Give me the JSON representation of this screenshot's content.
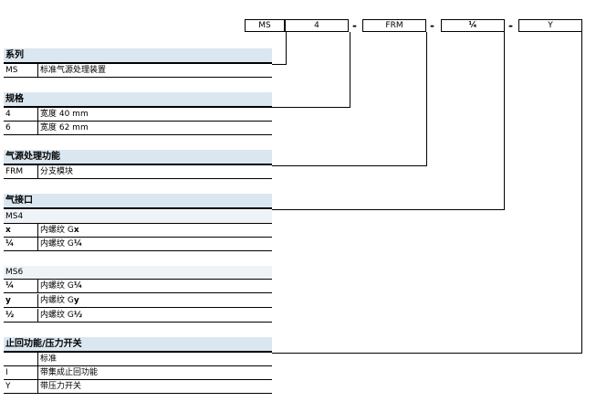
{
  "code": {
    "series": "MS",
    "size": "4",
    "function": "FRM",
    "port": "¼",
    "option": "Y",
    "dash": "-"
  },
  "sections": {
    "series": {
      "title": "系列",
      "rows": [
        {
          "key": "MS",
          "value": "标准气源处理装置"
        }
      ]
    },
    "size": {
      "title": "规格",
      "rows": [
        {
          "key": "4",
          "value": "宽度 40 mm"
        },
        {
          "key": "6",
          "value": "宽度 62 mm"
        }
      ]
    },
    "function": {
      "title": "气源处理功能",
      "rows": [
        {
          "key": "FRM",
          "value": "分支模块"
        }
      ]
    },
    "port": {
      "title": "气接口",
      "groups": [
        {
          "label": "MS4",
          "rows": [
            {
              "key": "x",
              "value": "内螺纹 G",
              "suffix": "x"
            },
            {
              "key": "¼",
              "value": "内螺纹 G",
              "suffix": "¼"
            }
          ]
        },
        {
          "label": "MS6",
          "rows": [
            {
              "key": "¼",
              "value": "内螺纹 G",
              "suffix": "¼"
            },
            {
              "key": "y",
              "value": "内螺纹 G",
              "suffix": "y"
            },
            {
              "key": "½",
              "value": "内螺纹 G",
              "suffix": "½"
            }
          ]
        }
      ]
    },
    "check": {
      "title": "止回功能/压力开关",
      "rows": [
        {
          "key": "",
          "value": "标准"
        },
        {
          "key": "I",
          "value": "带集成止回功能"
        },
        {
          "key": "Y",
          "value": "带压力开关"
        }
      ]
    }
  }
}
